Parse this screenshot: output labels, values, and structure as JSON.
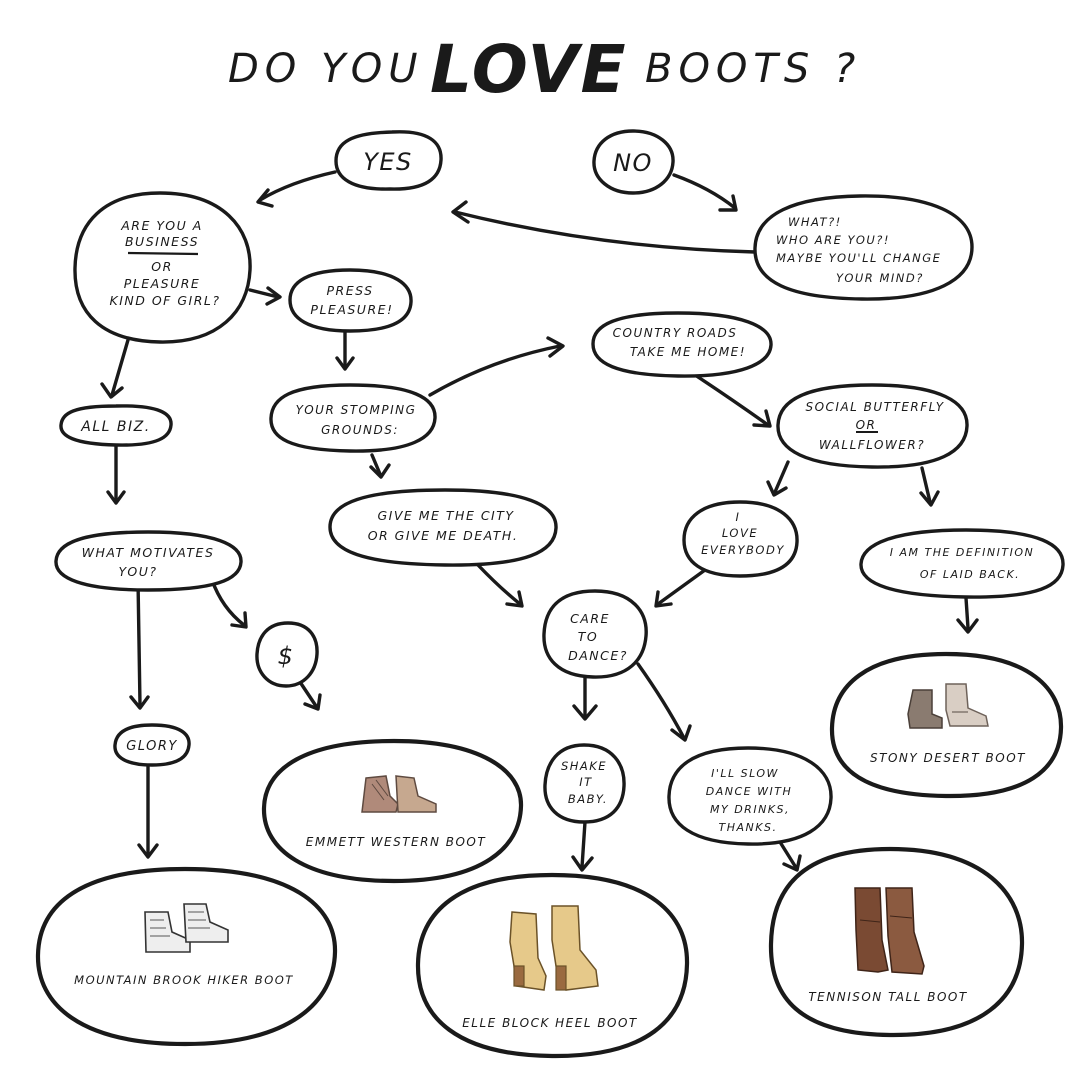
{
  "title": {
    "pre": "DO YOU",
    "love": "LOVE",
    "post": "BOOTS ?"
  },
  "nodes": {
    "yes": "YES",
    "no": "NO",
    "business_or_pleasure": [
      "ARE YOU A",
      "BUSINESS",
      "OR",
      "PLEASURE",
      "KIND OF GIRL?"
    ],
    "what_who": [
      "WHAT?!",
      "WHO ARE YOU?!",
      "MAYBE YOU'LL CHANGE",
      "YOUR MIND?"
    ],
    "press_pleasure": [
      "PRESS",
      "PLEASURE!"
    ],
    "all_biz": "ALL BIZ.",
    "country_roads": [
      "COUNTRY ROADS",
      "TAKE ME HOME!"
    ],
    "stomping_grounds": [
      "YOUR STOMPING",
      "GROUNDS:"
    ],
    "social_butterfly": [
      "SOCIAL BUTTERFLY",
      "OR",
      "WALLFLOWER?"
    ],
    "city_or_death": [
      "GIVE ME THE CITY",
      "OR GIVE ME DEATH."
    ],
    "love_everybody": [
      "I",
      "LOVE",
      "EVERYBODY"
    ],
    "laid_back": [
      "I AM THE DEFINITION",
      "OF LAID BACK."
    ],
    "what_motivates": [
      "WHAT MOTIVATES",
      "YOU?"
    ],
    "money": "$",
    "care_to_dance": [
      "CARE",
      "TO",
      "DANCE?"
    ],
    "glory": "GLORY",
    "shake_it": [
      "SHAKE",
      "IT",
      "BABY."
    ],
    "slow_dance": [
      "I'LL SLOW",
      "DANCE WITH",
      "MY DRINKS,",
      "THANKS."
    ]
  },
  "boots": {
    "stony": "STONY DESERT BOOT",
    "emmett": "EMMETT WESTERN BOOT",
    "mountain": "MOUNTAIN BROOK HIKER BOOT",
    "elle": "ELLE BLOCK HEEL BOOT",
    "tennison": "TENNISON TALL BOOT"
  },
  "colors": {
    "ink": "#1a1a1a",
    "boot_taupe": "#8a7b70",
    "boot_tan": "#c9a27e",
    "boot_white": "#e8e8e8",
    "boot_yellow": "#e6c98a",
    "boot_brown": "#7a4a33"
  }
}
